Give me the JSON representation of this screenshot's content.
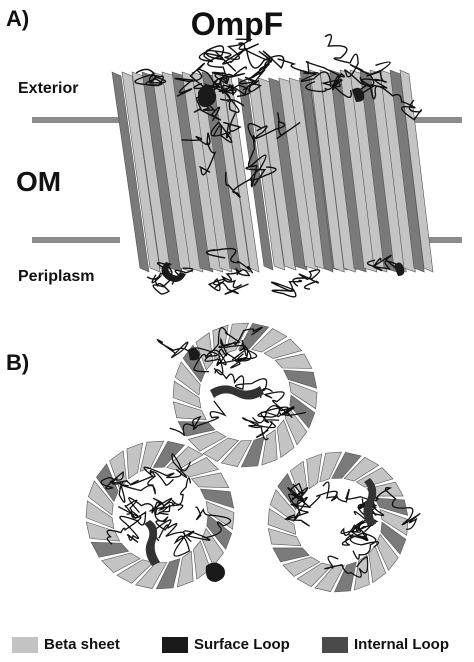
{
  "panel_a": {
    "label": "A)",
    "title": "OmpF",
    "exterior_label": "Exterior",
    "membrane_label": "OM",
    "periplasm_label": "Periplasm"
  },
  "panel_b": {
    "label": "B)"
  },
  "legend": {
    "items": [
      {
        "label": "Beta sheet",
        "color": "#c4c4c4"
      },
      {
        "label": "Surface Loop",
        "color": "#1a1a1a"
      },
      {
        "label": "Internal Loop",
        "color": "#4a4a4a"
      }
    ]
  },
  "colors": {
    "membrane_line": "#8c8c8c",
    "beta_sheet": "#c4c4c4",
    "beta_shadow": "#7a7a7a",
    "loop": "#111111"
  }
}
